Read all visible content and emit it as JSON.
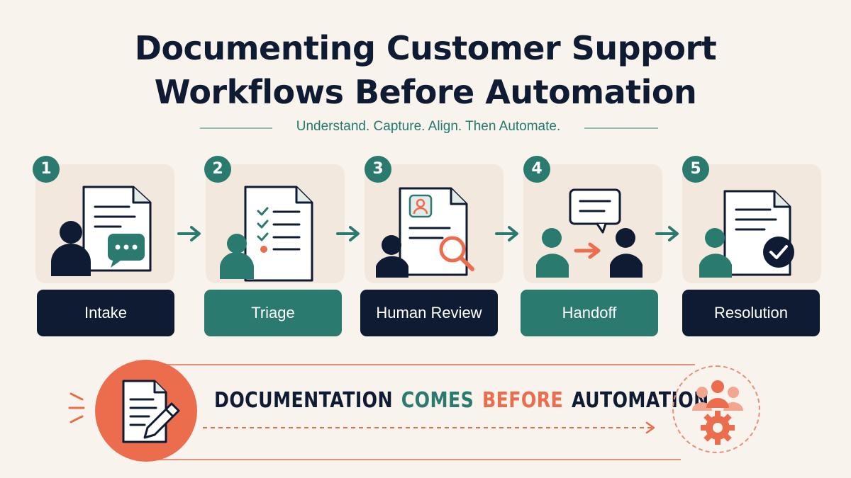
{
  "title": {
    "line1": "Documenting Customer Support",
    "line2": "Workflows Before Automation"
  },
  "subtitle": "Understand. Capture. Align. Then Automate.",
  "steps": [
    {
      "number": "1",
      "label": "Intake",
      "style": "dark",
      "icon": "person-document-chat-icon"
    },
    {
      "number": "2",
      "label": "Triage",
      "style": "teal",
      "icon": "person-checklist-icon"
    },
    {
      "number": "3",
      "label": "Human Review",
      "style": "dark",
      "icon": "person-profile-magnifier-icon"
    },
    {
      "number": "4",
      "label": "Handoff",
      "style": "teal",
      "icon": "person-handoff-arrow-icon"
    },
    {
      "number": "5",
      "label": "Resolution",
      "style": "dark",
      "icon": "person-document-checkmark-icon"
    }
  ],
  "banner": {
    "words": [
      {
        "text": "DOCUMENTATION",
        "color": "dark"
      },
      {
        "text": "COMES",
        "color": "teal"
      },
      {
        "text": "BEFORE",
        "color": "orange"
      },
      {
        "text": "AUTOMATION",
        "color": "dark"
      }
    ],
    "left_icon": "document-pencil-icon",
    "right_icon": "team-gear-icon"
  },
  "colors": {
    "background": "#f8f3ec",
    "navy": "#0f1b33",
    "teal": "#2a7a6f",
    "orange": "#ec6d4e"
  }
}
